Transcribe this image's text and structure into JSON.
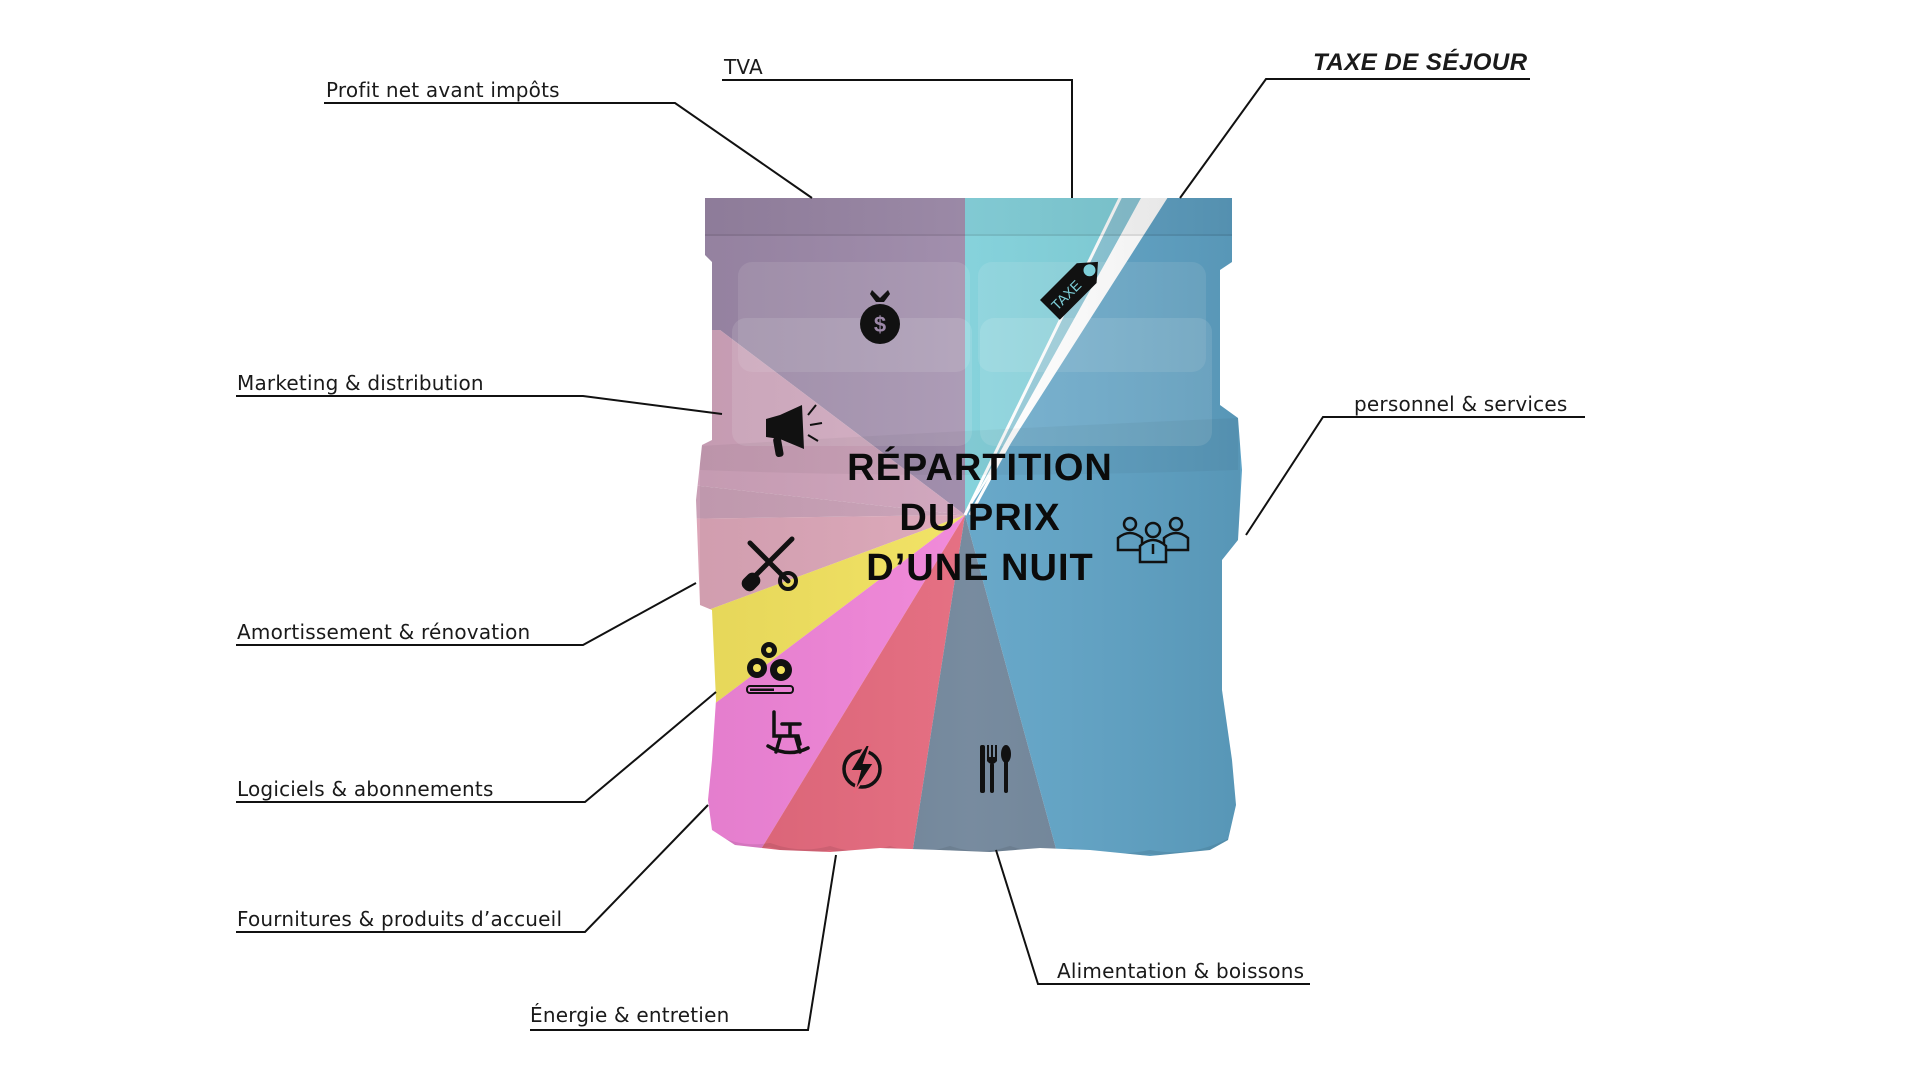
{
  "title": {
    "line1": "RÉPARTITION",
    "line2": "DU PRIX",
    "line3": "D’UNE NUIT"
  },
  "labels": {
    "profit": "Profit net avant impôts",
    "tva": "TVA",
    "taxe_sejour": "TAXE DE SÉJOUR",
    "marketing": "Marketing & distribution",
    "personnel": "personnel & services",
    "amortissement": "Amortissement & rénovation",
    "logiciels": "Logiciels & abonnements",
    "fournitures": "Fournitures & produits d’accueil",
    "energie": "Énergie & entretien",
    "alimentation": "Alimentation & boissons"
  },
  "icons": {
    "profit": "money-bag-icon",
    "tva": "tax-tag-icon",
    "tax_tag_text": "TAXE",
    "marketing": "megaphone-icon",
    "amortissement": "tools-icon",
    "logiciels": "gears-progress-icon",
    "fournitures": "rocking-chair-icon",
    "energie": "lightning-icon",
    "alimentation": "cutlery-icon",
    "personnel": "team-icon"
  },
  "colors": {
    "profit": "#9c88a8",
    "tva": "#7ecfd9",
    "taxe_sejour": "#88c4d4",
    "personnel": "#5fa3c6",
    "alimentation": "#6f8499",
    "energie": "#e4687c",
    "fournitures": "#f084d8",
    "logiciels": "#f2e25e",
    "amortissement": "#dca6b8",
    "marketing": "#cfa3bb"
  },
  "chart_data": {
    "type": "pie",
    "title": "RÉPARTITION DU PRIX D’UNE NUIT",
    "categories": [
      "TVA",
      "TAXE DE SÉJOUR",
      "personnel & services",
      "Alimentation & boissons",
      "Énergie & entretien",
      "Fournitures & produits d’accueil",
      "Logiciels & abonnements",
      "Amortissement & rénovation",
      "Marketing & distribution",
      "Profit net avant impôts"
    ],
    "note": "Pie-style wedges overlaid on a bed photo; no numeric values shown"
  }
}
